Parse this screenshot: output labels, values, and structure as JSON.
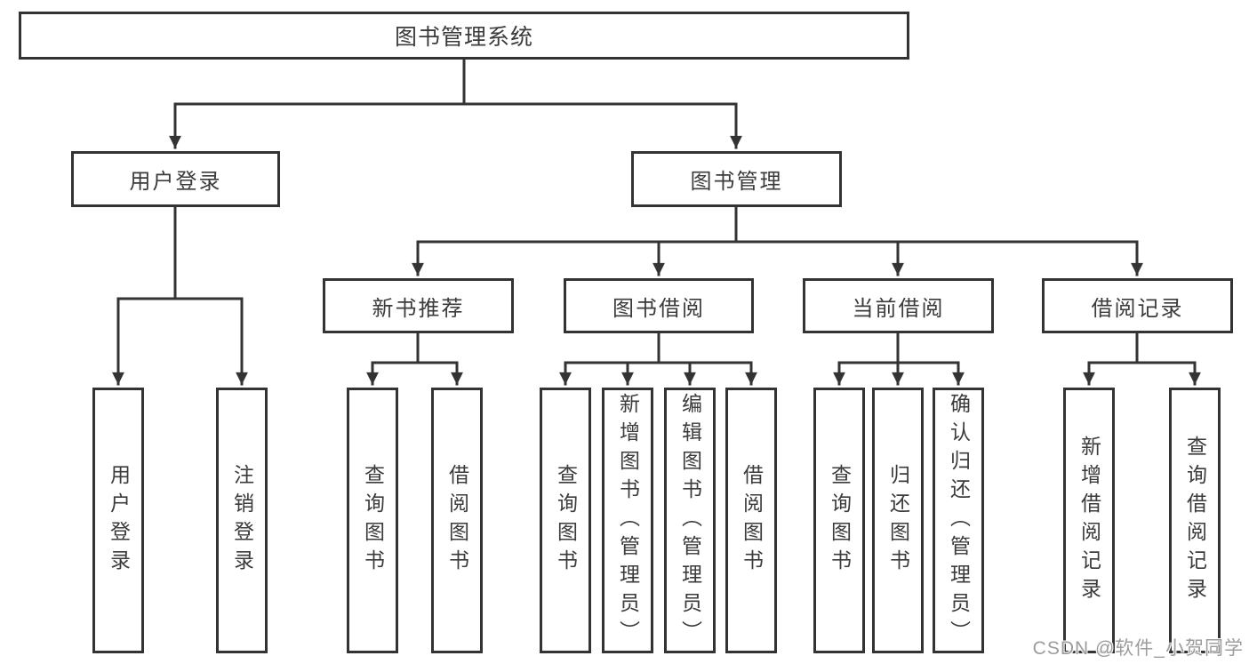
{
  "diagram": {
    "root": "图书管理系统",
    "branches": [
      {
        "label": "用户登录",
        "children": [
          {
            "label": "用户登录"
          },
          {
            "label": "注销登录"
          }
        ]
      },
      {
        "label": "图书管理",
        "children": [
          {
            "label": "新书推荐",
            "children": [
              {
                "label": "查询图书"
              },
              {
                "label": "借阅图书"
              }
            ]
          },
          {
            "label": "图书借阅",
            "children": [
              {
                "label": "查询图书"
              },
              {
                "label": "新增图书（管理员）"
              },
              {
                "label": "编辑图书（管理员）"
              },
              {
                "label": "借阅图书"
              }
            ]
          },
          {
            "label": "当前借阅",
            "children": [
              {
                "label": "查询图书"
              },
              {
                "label": "归还图书"
              },
              {
                "label": "确认归还（管理员）"
              }
            ]
          },
          {
            "label": "借阅记录",
            "children": [
              {
                "label": "新增借阅记录"
              },
              {
                "label": "查询借阅记录"
              }
            ]
          }
        ]
      }
    ]
  },
  "watermark": "CSDN @软件_小贺同学",
  "colors": {
    "line": "#333333",
    "text": "#3b3b3b",
    "background": "#ffffff",
    "watermark": "#9c9c9c"
  }
}
